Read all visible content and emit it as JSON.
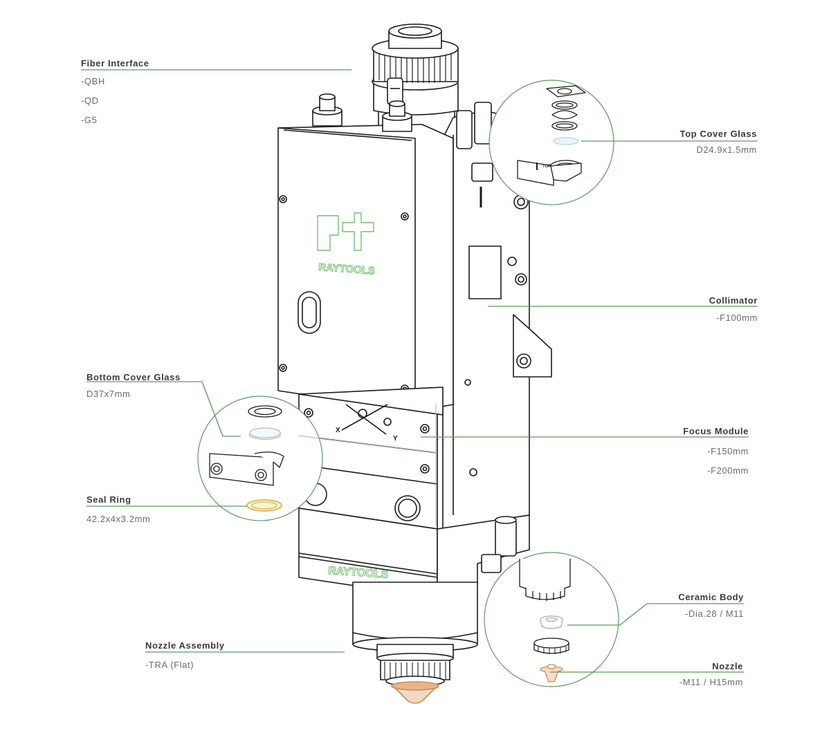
{
  "colors": {
    "line": "#5a9a5e",
    "outline": "#1a1a1a",
    "brand": "#6fbf6c",
    "label": "#3a3a3a",
    "spec": "#6a6a6a",
    "seal": "#d8b54a",
    "nozzle": "#c98a55",
    "glass": "#a9d4ec"
  },
  "brand": {
    "name": "RAYTOOLS"
  },
  "axes": {
    "x": "X",
    "y": "Y"
  },
  "part_marks": {
    "top": "TOP"
  },
  "labels": {
    "fiber_interface": {
      "title": "Fiber Interface",
      "specs": [
        "-QBH",
        "-QD",
        "-G5"
      ]
    },
    "top_cover_glass": {
      "title": "Top Cover Glass",
      "specs": [
        "D24.9x1.5mm"
      ]
    },
    "collimator": {
      "title": "Collimator",
      "specs": [
        "-F100mm"
      ]
    },
    "bottom_cover_glass": {
      "title": "Bottom Cover Glass",
      "specs": [
        "D37x7mm"
      ]
    },
    "focus_module": {
      "title": "Focus Module",
      "specs": [
        "-F150mm",
        "-F200mm"
      ]
    },
    "seal_ring": {
      "title": "Seal Ring",
      "specs": [
        "42.2x4x3.2mm"
      ]
    },
    "ceramic_body": {
      "title": "Ceramic Body",
      "specs": [
        "-Dia.28 / M11"
      ]
    },
    "nozzle_assembly": {
      "title": "Nozzle Assembly",
      "specs": [
        "-TRA (Flat)"
      ]
    },
    "nozzle": {
      "title": "Nozzle",
      "specs": [
        "-M11 / H15mm"
      ]
    }
  }
}
